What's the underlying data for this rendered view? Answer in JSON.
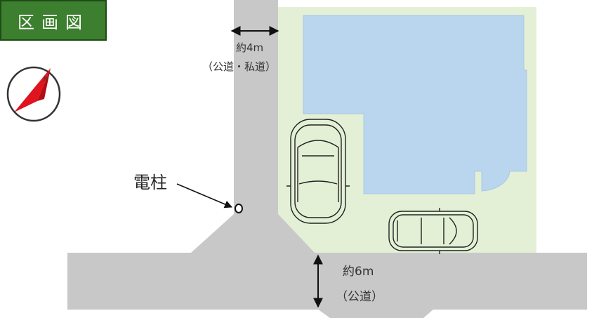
{
  "title": "区画図",
  "roads": {
    "top": {
      "width_label": "約4m",
      "type_label": "（公道・私道）"
    },
    "bottom": {
      "width_label": "約6m",
      "type_label": "（公道）"
    }
  },
  "utility_pole_label": "電柱",
  "colors": {
    "title_bg": "#3c7f2f",
    "road": "#c9c8c8",
    "lot": "#e3f0d6",
    "building": "#bad5ee",
    "compass_needle": "#e0141e"
  }
}
